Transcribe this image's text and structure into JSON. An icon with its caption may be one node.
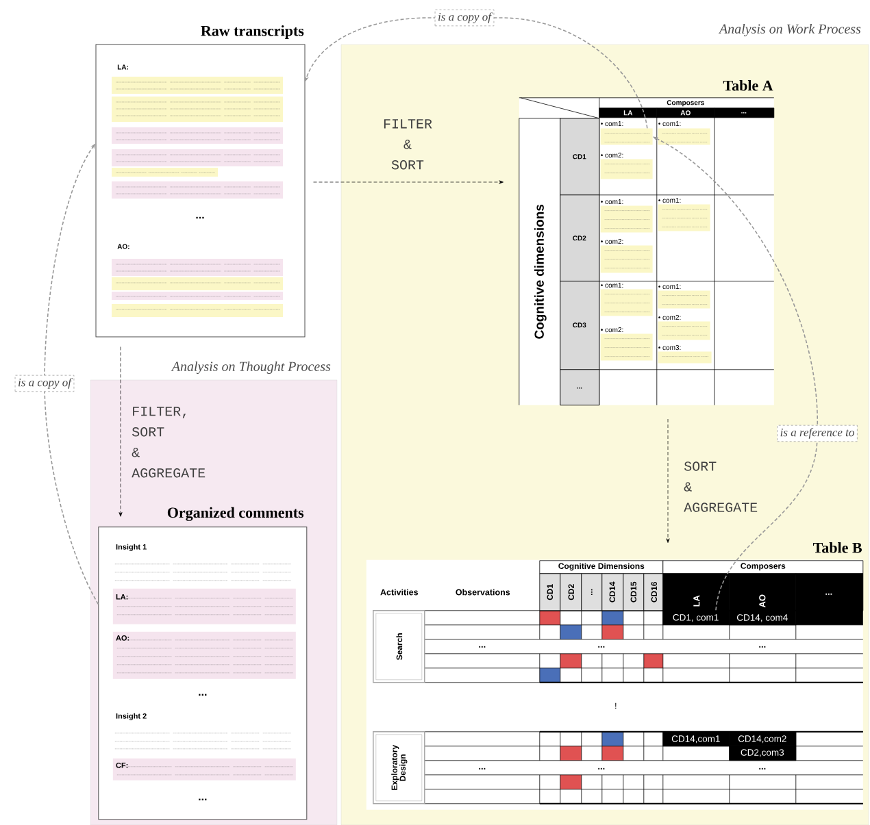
{
  "diagram": {
    "nodes": [
      {
        "text": [
          "Analysis on Work Process"
        ]
      },
      {
        "text": [
          "Analysis on Thought Process"
        ]
      },
      {
        "text": [
          "Raw transcripts",
          "LA:",
          "...",
          "AO:"
        ]
      },
      {
        "text": [
          "Table A",
          "Composers",
          "LA",
          "AO",
          "...",
          "Cognitive dimensions",
          "CD1",
          "CD2",
          "CD3",
          "..."
        ],
        "in": 0
      },
      {
        "text": [
          "• com1:"
        ],
        "in": 3
      },
      {
        "text": [
          "• com2:"
        ],
        "in": 3
      },
      {
        "text": [
          "• com1:"
        ],
        "in": 3
      },
      {
        "text": [
          "• com1:"
        ],
        "in": 3
      },
      {
        "text": [
          "• com2:"
        ],
        "in": 3
      },
      {
        "text": [
          "• com1:"
        ],
        "in": 3
      },
      {
        "text": [
          "• com1:"
        ],
        "in": 3
      },
      {
        "text": [
          "• com2:"
        ],
        "in": 3
      },
      {
        "text": [
          "• com1:"
        ],
        "in": 3
      },
      {
        "text": [
          "• com2:"
        ],
        "in": 3
      },
      {
        "text": [
          "• com3:"
        ],
        "in": 3
      },
      {
        "text": [
          "Table B",
          "Activities",
          "Observations",
          "Cognitive Dimensions",
          "CD1",
          "CD2",
          "...",
          "CD14",
          "CD15",
          "CD16",
          "Composers",
          "LA",
          "AO",
          "...",
          "Search",
          "CD14, com4",
          "...",
          "...",
          "...",
          "!",
          "Exploratory Design",
          "CD14,com1",
          "CD14,com2",
          "CD2,com3",
          "...",
          "...",
          "..."
        ],
        "in": 0
      },
      {
        "text": [
          "CD1, com1"
        ],
        "in": 15
      },
      {
        "text": [
          "Organized comments",
          "Insight 1",
          "LA:",
          "AO:",
          "...",
          "Insight 2",
          "CF:",
          "..."
        ],
        "in": 1
      }
    ],
    "edges": [
      {
        "from": 4,
        "to": 2,
        "arrow": "to",
        "label": "is a copy of",
        "style": "dashed",
        "color": "#999999"
      },
      {
        "from": 2,
        "to": 3,
        "arrow": "to",
        "label": "FILTER & SORT",
        "style": "dashed",
        "color": "#000000"
      },
      {
        "from": 17,
        "to": 2,
        "arrow": "to",
        "label": "is a copy of",
        "style": "dashed",
        "color": "#999999"
      },
      {
        "from": 2,
        "to": 17,
        "arrow": "to",
        "label": "FILTER, SORT & AGGREGATE",
        "style": "dashed",
        "color": "#000000"
      },
      {
        "from": 3,
        "to": 15,
        "arrow": "to",
        "label": "SORT & AGGREGATE",
        "style": "dashed",
        "color": "#000000"
      },
      {
        "from": 16,
        "to": 4,
        "arrow": "to",
        "label": "is a reference to",
        "style": "dashed",
        "color": "#999999"
      }
    ]
  }
}
